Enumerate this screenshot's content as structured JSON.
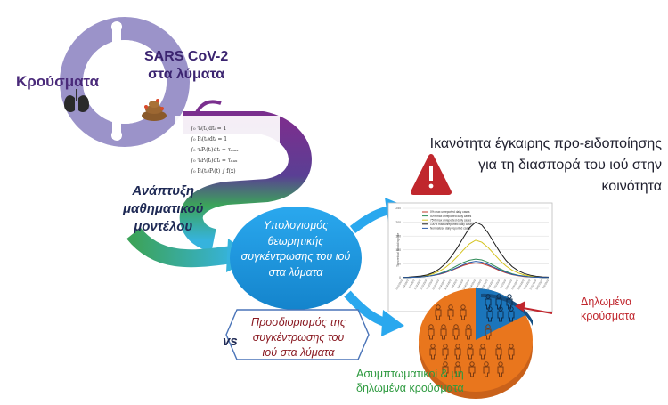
{
  "labels": {
    "cases": "Κρούσματα",
    "sars_line1": "SARS CoV-2",
    "sars_line2": "στα λύματα",
    "model_line1": "Ανάπτυξη",
    "model_line2": "μαθηματικού",
    "model_line3": "μοντέλου",
    "calc_text": "Υπολογισμός θεωρητικής συγκέντρωσης του ιού στα λύματα",
    "determination_text": "Προσδιορισμός της συγκέντρωσης του ιού στα λύματα",
    "vs": "vs",
    "early_warning_title": "Ικανότητα έγκαιρης προ-ειδοποίησης για τη διασπορά του ιού στην κοινότητα",
    "declared_line1": "Δηλωμένα",
    "declared_line2": "κρούσματα",
    "asymptomatic_line1": "Ασυμπτωματικοί & μη",
    "asymptomatic_line2": "δηλωμένα κρούσματα"
  },
  "equations": [
    "∫₀ τᵢ(tᵢ)dtᵢ = 1",
    "∫₀ Pᵢ(tᵢ)dtᵢ = 1",
    "∫₀ τᵢPᵢ(tᵢ)dtᵢ = τₘₐₓ",
    "∫₀ τᵢPᵢ(tᵢ)dtᵢ = τₙₐₓ",
    "∫₀ Pᵢ(tᵢ)Pᵢ(t) ∫ f(x)"
  ],
  "colors": {
    "ring": "#9b93c9",
    "ring_inner": "#ede9f5",
    "swirl_top": "#7a2f8e",
    "swirl_mid": "#3ca35a",
    "swirl_bottom": "#36b3dd",
    "ellipse": "#1e9be0",
    "hexagon": "#4a74b8",
    "warning": "#c0272d",
    "pie_main": "#e9761d",
    "pie_slice": "#1b75bb"
  },
  "icons": [
    "lungs-icon",
    "feces-icon",
    "warning-icon",
    "person-icon"
  ],
  "chart_data": {
    "type": "line",
    "title": "",
    "xlabel": "",
    "ylabel": "Theoretical shedding rate",
    "x": [
      0,
      1,
      2,
      3,
      4,
      5,
      6,
      7,
      8,
      9,
      10,
      11,
      12,
      13,
      14,
      15,
      16,
      17,
      18,
      19,
      20,
      21,
      22,
      23,
      24
    ],
    "x_tick_labels": [
      "29/2/2020",
      "3/3/2020",
      "7/3/2020",
      "11/3/2020",
      "15/3/2020",
      "19/3/2020",
      "23/3/2020",
      "27/3/2020",
      "31/3/2020",
      "4/4/2020",
      "8/4/2020",
      "12/4/2020",
      "16/4/2020",
      "20/4/2020",
      "24/4/2020",
      "28/4/2020",
      "2/5/2020",
      "6/5/2020",
      "10/5/2020",
      "14/5/2020",
      "18/5/2020",
      "22/5/2020",
      "26/5/2020",
      "30/5/2020",
      "3/6/2020"
    ],
    "ylim": [
      0,
      250
    ],
    "y_ticks": [
      0,
      50,
      100,
      150,
      200,
      250
    ],
    "series": [
      {
        "name": "0% max unreported daily cases",
        "color": "#c0392b",
        "values": [
          1,
          1,
          2,
          3,
          5,
          8,
          12,
          18,
          26,
          35,
          44,
          50,
          53,
          51,
          44,
          35,
          25,
          17,
          11,
          7,
          4,
          3,
          2,
          1,
          1
        ]
      },
      {
        "name": "50% max unreported daily cases",
        "color": "#2e8b57",
        "values": [
          1,
          1,
          2,
          3,
          5,
          9,
          14,
          22,
          32,
          44,
          55,
          63,
          67,
          64,
          56,
          44,
          32,
          22,
          14,
          9,
          6,
          3,
          2,
          1,
          1
        ]
      },
      {
        "name": "75% max unreported daily cases",
        "color": "#d4c21a",
        "values": [
          1,
          2,
          3,
          5,
          8,
          14,
          23,
          36,
          54,
          76,
          100,
          122,
          135,
          128,
          110,
          86,
          62,
          42,
          27,
          17,
          10,
          6,
          4,
          2,
          1
        ]
      },
      {
        "name": "100% max unreported daily cases",
        "color": "#1a1a1a",
        "values": [
          1,
          2,
          4,
          6,
          10,
          18,
          31,
          50,
          76,
          108,
          145,
          180,
          200,
          190,
          163,
          127,
          92,
          62,
          40,
          25,
          15,
          9,
          5,
          3,
          2
        ]
      },
      {
        "name": "Normalized daily reported cases",
        "color": "#2a5caa",
        "values": [
          1,
          1,
          2,
          3,
          5,
          8,
          13,
          19,
          27,
          37,
          47,
          55,
          59,
          56,
          48,
          38,
          28,
          19,
          12,
          8,
          5,
          3,
          2,
          1,
          1
        ]
      }
    ]
  }
}
